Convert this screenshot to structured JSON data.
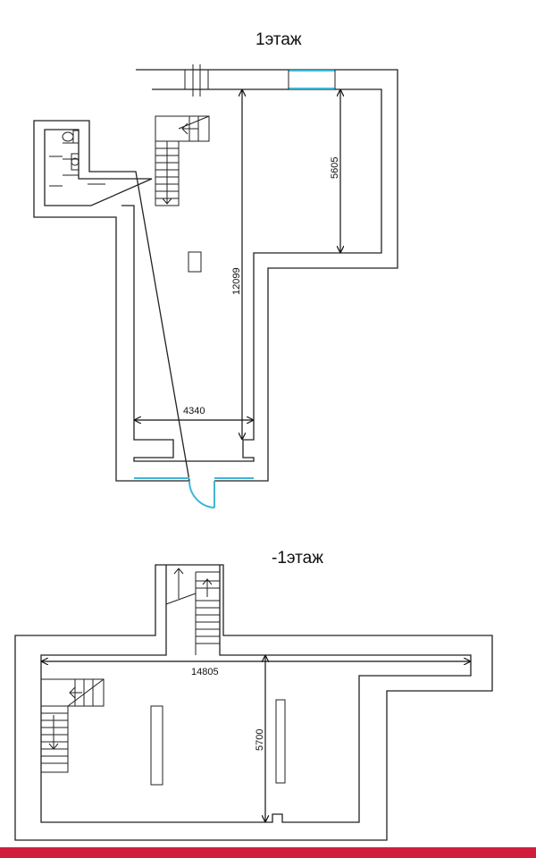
{
  "floors": [
    {
      "id": "floor1",
      "title": "1этаж",
      "dimensions": [
        "5605",
        "12099",
        "4340"
      ]
    },
    {
      "id": "floor-1",
      "title": "-1этаж",
      "dimensions": [
        "14805",
        "5700"
      ]
    }
  ],
  "colors": {
    "walls": "#222222",
    "windows": "#3fb6d8",
    "bottom_bar": "#d01f3c",
    "background": "#ffffff"
  }
}
